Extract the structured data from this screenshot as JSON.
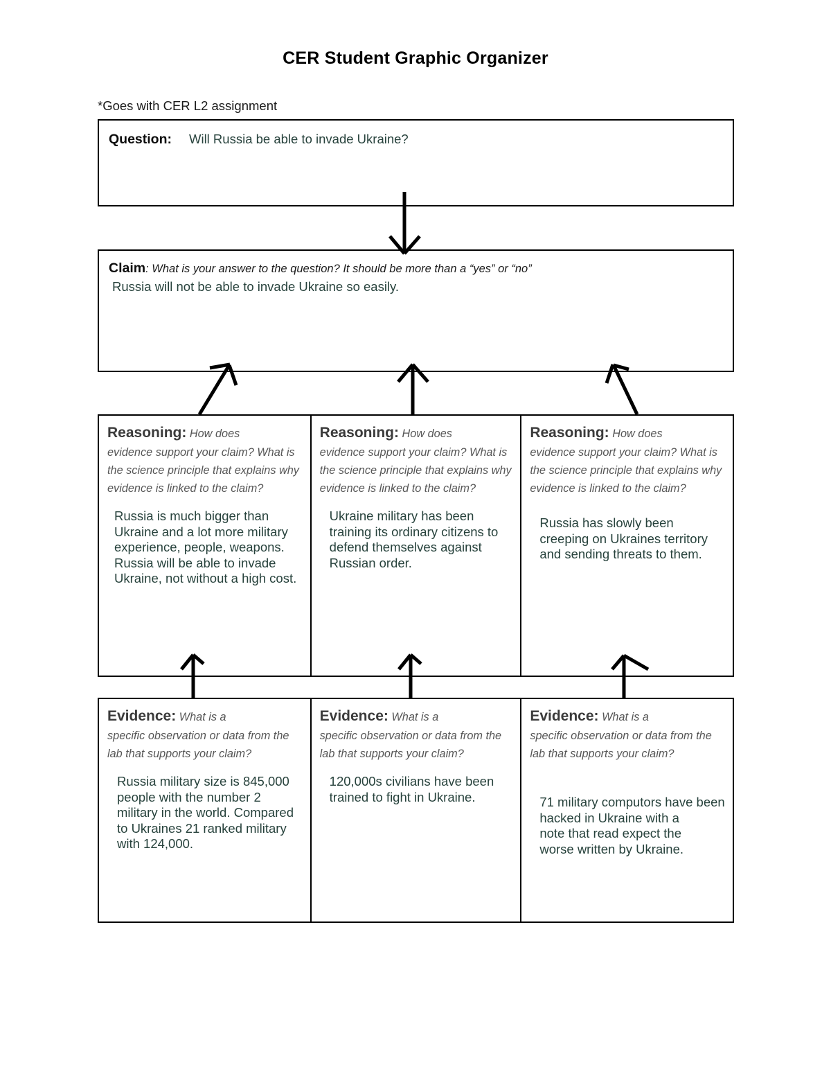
{
  "header": {
    "title": "CER Student Graphic Organizer",
    "subtitle": "*Goes with CER L2 assignment"
  },
  "question": {
    "label": "Question:",
    "answer": "Will Russia be able to invade Ukraine?"
  },
  "claim": {
    "label": "Claim",
    "prompt": ": What is your answer to the question? It should be more than a “yes” or “no”",
    "answer": "Russia will not be able to invade Ukraine so easily."
  },
  "reasoning": {
    "label": "Reasoning:",
    "prompt_line1": " How does",
    "prompt_rest": "evidence support your claim? What is the science principle that explains why evidence is linked to the claim?",
    "columns": [
      {
        "answer": "Russia is much bigger than Ukraine and a lot more military experience, people, weapons. Russia will be able to invade Ukraine, not without a high cost."
      },
      {
        "answer": "Ukraine military has been training its ordinary citizens to defend themselves against Russian order."
      },
      {
        "answer": "Russia has slowly been creeping on Ukraines territory and sending threats to them."
      }
    ]
  },
  "evidence": {
    "label": "Evidence:",
    "prompt_line1": " What is a",
    "prompt_rest": "specific observation or data from the lab that supports your claim?",
    "columns": [
      {
        "answer": "Russia military size is 845,000 people with the number 2 military in the world. Compared to Ukraines 21 ranked military with 124,000."
      },
      {
        "answer": "120,000s civilians have been trained to fight in Ukraine."
      },
      {
        "answer": "71 military computors have been\nhacked in Ukraine with a\nnote that read expect the\nworse written by Ukraine."
      }
    ]
  },
  "colors": {
    "answer_text": "#27423c",
    "prompt_text": "#565656",
    "border": "#000000",
    "page_background": "#ffffff"
  },
  "arrows": {
    "question_to_claim": "down-arrow",
    "reasoning_to_claim": [
      "up-arrow-diagonal-right",
      "up-arrow-straight",
      "up-arrow-diagonal-left"
    ],
    "evidence_to_reasoning": [
      "up-arrow-straight",
      "up-arrow-straight",
      "up-arrow-diagonal-left"
    ]
  }
}
